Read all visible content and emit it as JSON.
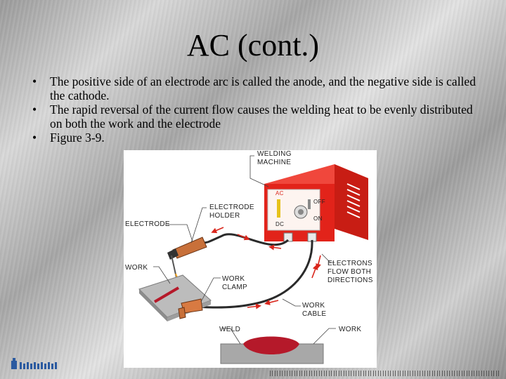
{
  "slide": {
    "title": "AC (cont.)",
    "bullets": [
      "The positive side of an electrode arc is called the anode, and the negative side is called the cathode.",
      "The rapid reversal of the current flow causes the welding heat to be evenly distributed on both the work and the electrode",
      "Figure 3-9."
    ],
    "bullet_char": "•"
  },
  "figure": {
    "labels": {
      "welding_machine_1": "WELDING",
      "welding_machine_2": "MACHINE",
      "electrode_holder_1": "ELECTRODE",
      "electrode_holder_2": "HOLDER",
      "electrode": "ELECTRODE",
      "work": "WORK",
      "work_clamp_1": "WORK",
      "work_clamp_2": "CLAMP",
      "electrons_1": "ELECTRONS",
      "electrons_2": "FLOW BOTH",
      "electrons_3": "DIRECTIONS",
      "work_cable_1": "WORK",
      "work_cable_2": "CABLE",
      "weld": "WELD",
      "work_bottom": "WORK",
      "ac": "AC",
      "dc": "DC",
      "off": "OFF",
      "on": "ON"
    },
    "colors": {
      "machine_red": "#e2231a",
      "cable": "#2a2a2a",
      "arrow_red": "#d9261c",
      "clamp_copper": "#c8703a",
      "weld_bead": "#b5192a"
    }
  }
}
